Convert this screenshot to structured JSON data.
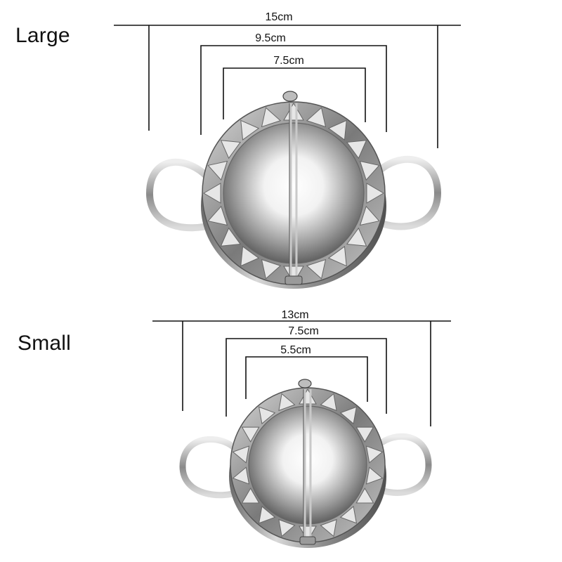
{
  "large": {
    "label": "Large",
    "dimensions": {
      "outer": "15cm",
      "middle": "9.5cm",
      "inner": "7.5cm"
    }
  },
  "small": {
    "label": "Small",
    "dimensions": {
      "outer": "13cm",
      "middle": "7.5cm",
      "inner": "5.5cm"
    }
  },
  "colors": {
    "line": "#111111",
    "steel_light": "#f4f4f4",
    "steel_dark": "#5e5e5e"
  }
}
